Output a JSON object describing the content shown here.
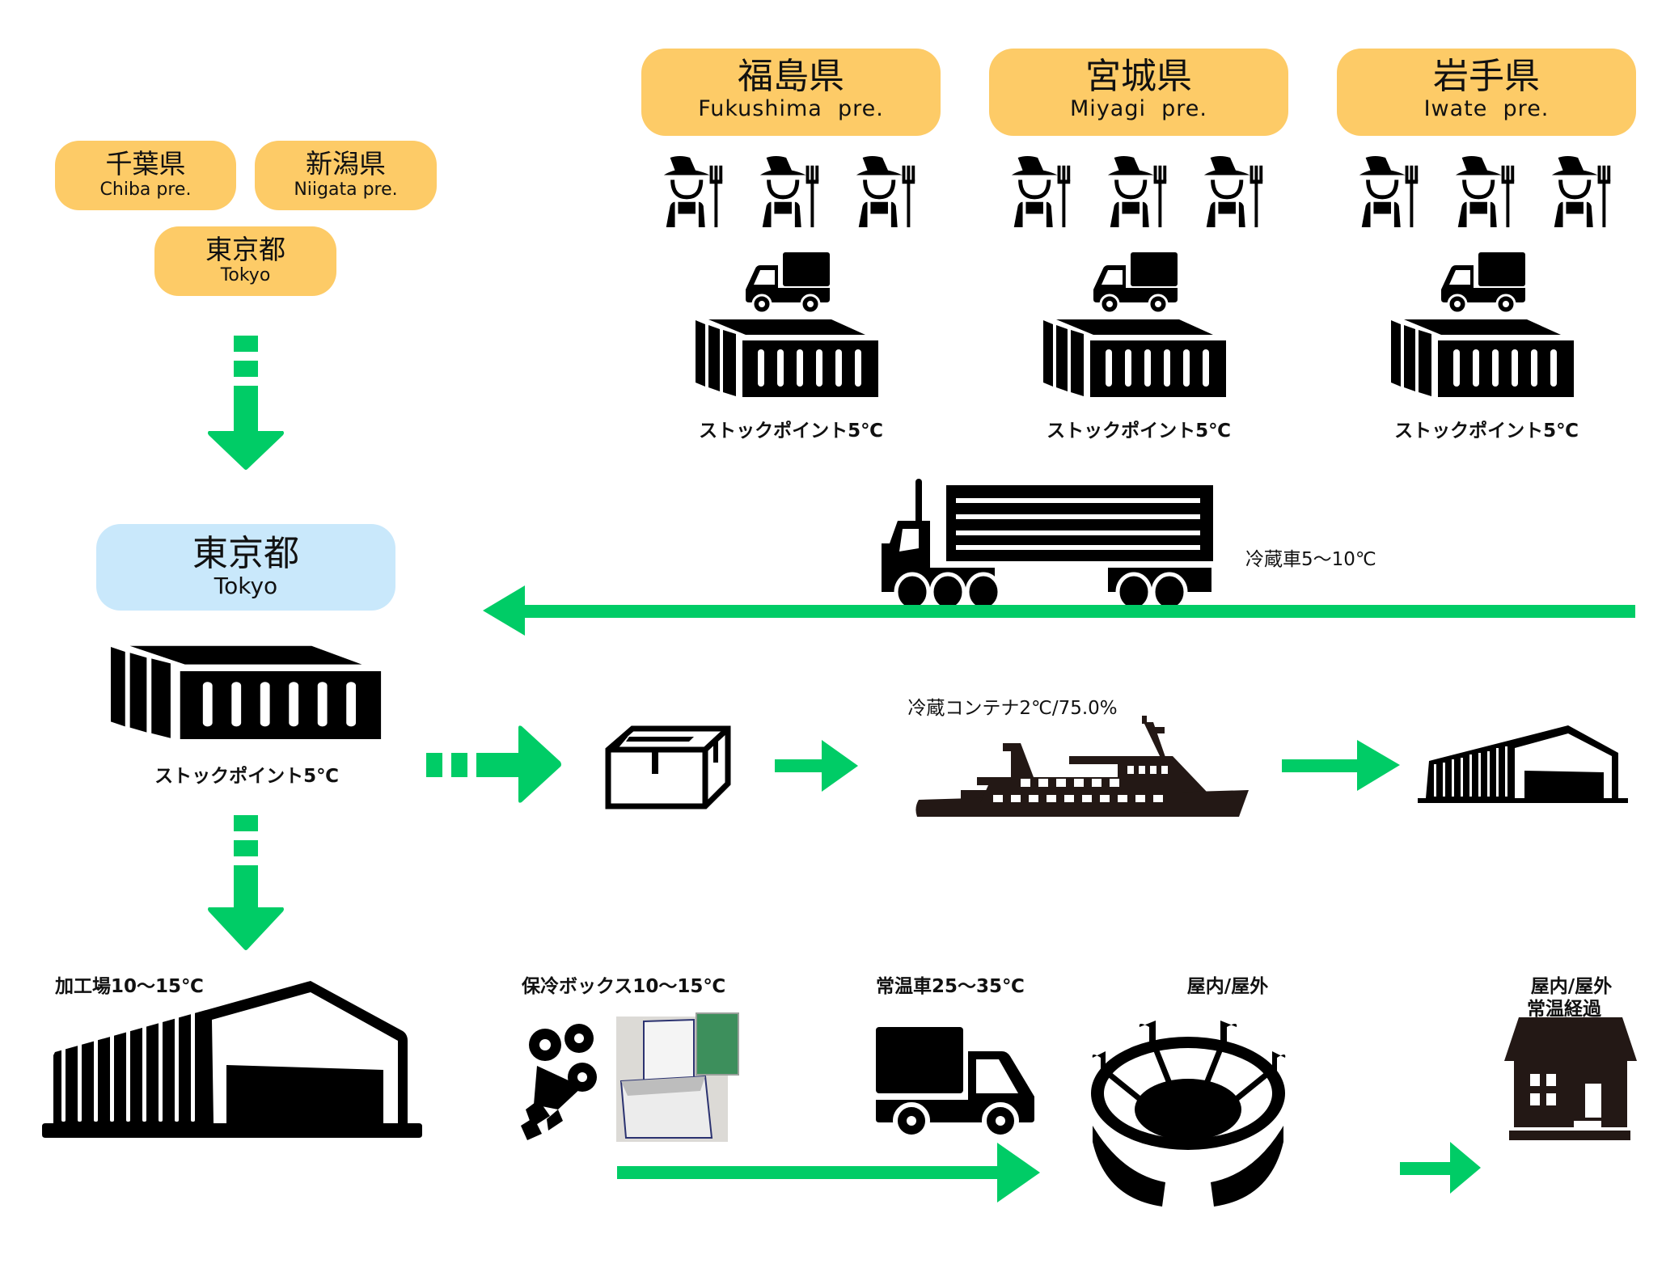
{
  "colors": {
    "prefecture_box": "#FDCB67",
    "hub_box": "#C9E8FB",
    "arrow": "#00CC66",
    "icon": "#000000",
    "ship": "#231815"
  },
  "sources_left": [
    {
      "jp": "千葉県",
      "en": "Chiba pre."
    },
    {
      "jp": "新潟県",
      "en": "Niigata pre."
    },
    {
      "jp": "東京都",
      "en": "Tokyo"
    }
  ],
  "sources_top": [
    {
      "jp": "福島県",
      "en": "Fukushima  pre.",
      "stock_label": "ストックポイント5℃"
    },
    {
      "jp": "宮城県",
      "en": "Miyagi  pre.",
      "stock_label": "ストックポイント5℃"
    },
    {
      "jp": "岩手県",
      "en": "Iwate  pre.",
      "stock_label": "ストックポイント5℃"
    }
  ],
  "icons": {
    "farmer": "farmer-icon",
    "small_truck": "small-truck-icon",
    "container": "shipping-container-icon",
    "trailer_truck": "refrigerated-trailer-truck-icon",
    "box": "cardboard-box-icon",
    "ship": "ferry-ship-icon",
    "warehouse": "warehouse-icon",
    "factory": "factory-icon",
    "bouquet": "flower-bouquet-icon",
    "cooler": "cooler-box-photo",
    "truck": "truck-icon",
    "stadium": "stadium-icon",
    "house": "house-icon"
  },
  "transport": {
    "reefer_truck_label": "冷蔵車5～10℃"
  },
  "hub": {
    "jp": "東京都",
    "en": "Tokyo",
    "stock_label": "ストックポイント5℃"
  },
  "sea_route": {
    "container_label": "冷蔵コンテナ2℃/75.0%"
  },
  "bottom_flow": {
    "factory_label": "加工場10～15℃",
    "cooler_label": "保冷ボックス10～15℃",
    "truck_label": "常温車25～35℃",
    "venue_label": "屋内/屋外",
    "home_label_line1": "屋内/屋外",
    "home_label_line2": "常温経過"
  }
}
